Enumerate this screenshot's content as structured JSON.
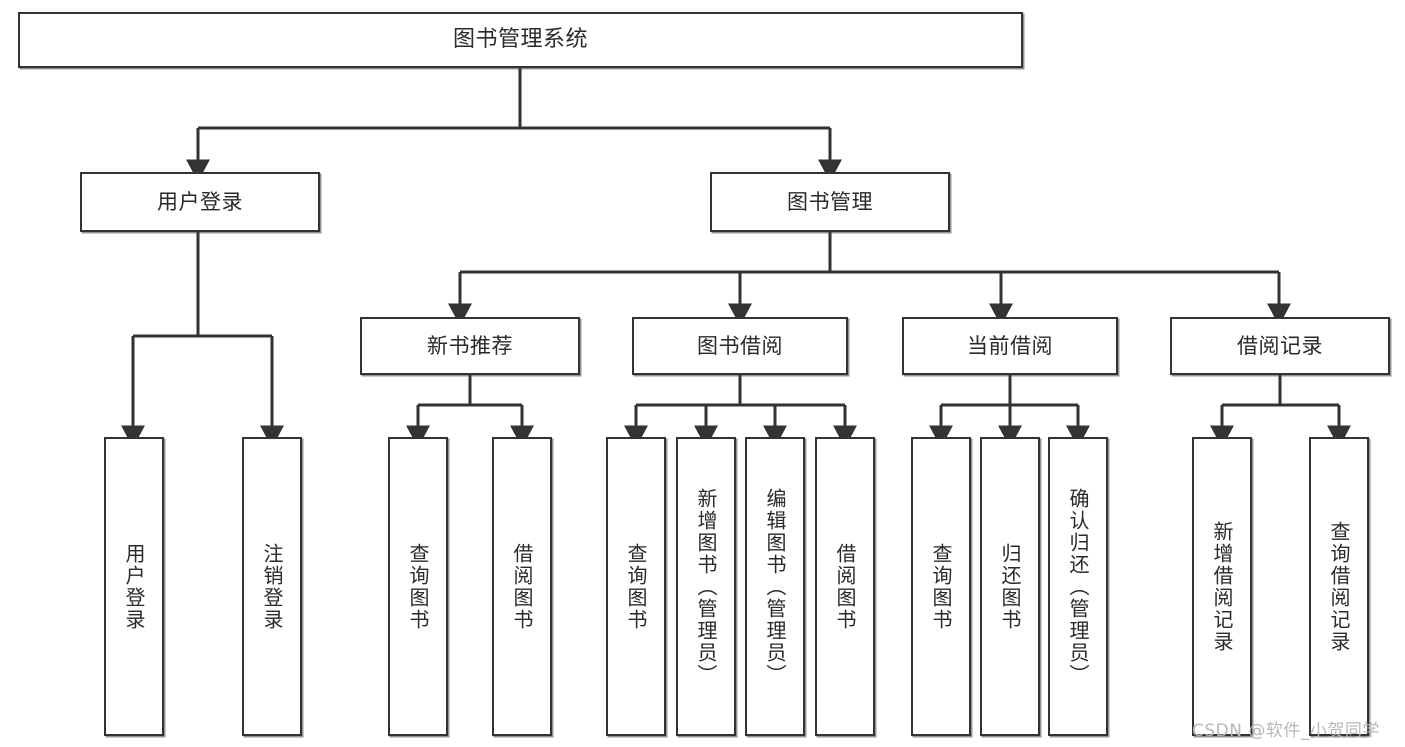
{
  "diagram": {
    "title": "图书管理系统",
    "type": "tree-hierarchy",
    "orientation": "top-down",
    "colors": {
      "background": "#ffffff",
      "node_border": "#333333",
      "node_fill": "#ffffff",
      "edge": "#333333",
      "text": "#2a2a2a",
      "watermark": "#b8b8b8"
    }
  },
  "nodes": {
    "root": {
      "label": "图书管理系统"
    },
    "level2": [
      {
        "id": "user-login",
        "label": "用户登录"
      },
      {
        "id": "book-management",
        "label": "图书管理"
      }
    ],
    "level3": [
      {
        "id": "new-book-recommend",
        "label": "新书推荐"
      },
      {
        "id": "book-borrow",
        "label": "图书借阅"
      },
      {
        "id": "current-borrow",
        "label": "当前借阅"
      },
      {
        "id": "borrow-record",
        "label": "借阅记录"
      }
    ],
    "leaves": [
      {
        "id": "leaf-user-login",
        "label": "用户登录",
        "parent": "user-login"
      },
      {
        "id": "leaf-logout",
        "label": "注销登录",
        "parent": "user-login"
      },
      {
        "id": "leaf-query-book-1",
        "label": "查询图书",
        "parent": "new-book-recommend"
      },
      {
        "id": "leaf-borrow-book-1",
        "label": "借阅图书",
        "parent": "new-book-recommend"
      },
      {
        "id": "leaf-query-book-2",
        "label": "查询图书",
        "parent": "book-borrow"
      },
      {
        "id": "leaf-add-book",
        "label": "新增图书（管理员）",
        "parent": "book-borrow"
      },
      {
        "id": "leaf-edit-book",
        "label": "编辑图书（管理员）",
        "parent": "book-borrow"
      },
      {
        "id": "leaf-borrow-book-2",
        "label": "借阅图书",
        "parent": "book-borrow"
      },
      {
        "id": "leaf-query-book-3",
        "label": "查询图书",
        "parent": "current-borrow"
      },
      {
        "id": "leaf-return-book",
        "label": "归还图书",
        "parent": "current-borrow"
      },
      {
        "id": "leaf-confirm-return",
        "label": "确认归还（管理员）",
        "parent": "current-borrow"
      },
      {
        "id": "leaf-add-record",
        "label": "新增借阅记录",
        "parent": "borrow-record"
      },
      {
        "id": "leaf-query-record",
        "label": "查询借阅记录",
        "parent": "borrow-record"
      }
    ]
  },
  "watermark": {
    "text": "CSDN @软件_小贺同学"
  }
}
